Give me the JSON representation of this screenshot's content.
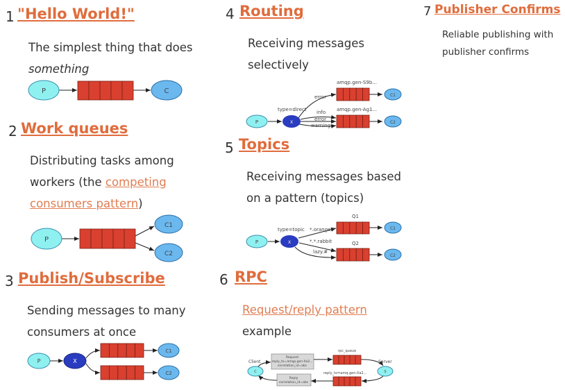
{
  "colors": {
    "link": "#e06c3c",
    "producer": "#8ff0f0",
    "consumer": "#6bb8ee",
    "exchange": "#2a3cc0",
    "queue": "#d9402f"
  },
  "tutorials": [
    {
      "number": "1",
      "title": "\"Hello World!\"",
      "desc_line1": "The simplest thing that does",
      "desc_line2": "something",
      "diagram": {
        "producer": "P",
        "consumer": "C"
      }
    },
    {
      "number": "2",
      "title": "Work queues",
      "desc_line1": "Distributing tasks among",
      "desc_line2_prefix": "workers (the ",
      "desc_link_part1": "competing",
      "desc_link_part2": "consumers pattern",
      "desc_suffix": ")",
      "diagram": {
        "producer": "P",
        "consumer1": "C1",
        "consumer2": "C2"
      }
    },
    {
      "number": "3",
      "title": "Publish/Subscribe",
      "desc_line1": "Sending messages to many",
      "desc_line2": "consumers at once",
      "diagram": {
        "producer": "P",
        "exchange": "X",
        "consumer1": "C1",
        "consumer2": "C2"
      }
    },
    {
      "number": "4",
      "title": "Routing",
      "desc_line1": "Receiving messages",
      "desc_line2": "selectively",
      "diagram": {
        "producer": "P",
        "exchange": "X",
        "exchange_type": "type=direct",
        "queue1": "amqp.gen-S9b...",
        "queue2": "amqp.gen-Ag1...",
        "bindings": [
          "error",
          "info",
          "error",
          "warning"
        ],
        "consumer1": "C1",
        "consumer2": "C2"
      }
    },
    {
      "number": "5",
      "title": "Topics",
      "desc_line1": "Receiving messages based",
      "desc_line2": "on a pattern (topics)",
      "diagram": {
        "producer": "P",
        "exchange": "X",
        "exchange_type": "type=topic",
        "queue1": "Q1",
        "queue2": "Q2",
        "bindings": [
          "*.orange.*",
          "*.*.rabbit",
          "lazy.#"
        ],
        "consumer1": "C1",
        "consumer2": "C2"
      }
    },
    {
      "number": "6",
      "title": "RPC",
      "desc_link": "Request/reply pattern",
      "desc_line2": "example",
      "diagram": {
        "client_label": "Client",
        "client": "C",
        "server_label": "Server",
        "server": "S",
        "queue1": "rpc_queue",
        "queue2": "reply_to=amq.gen-Xa2...",
        "request": [
          "Request",
          "reply_to=amqp.gen-Xa2...",
          "correlation_id=abc"
        ],
        "reply": [
          "Reply",
          "correlation_id=abc"
        ]
      }
    },
    {
      "number": "7",
      "title": "Publisher Confirms",
      "desc_line1": "Reliable publishing with",
      "desc_line2": "publisher confirms"
    }
  ]
}
